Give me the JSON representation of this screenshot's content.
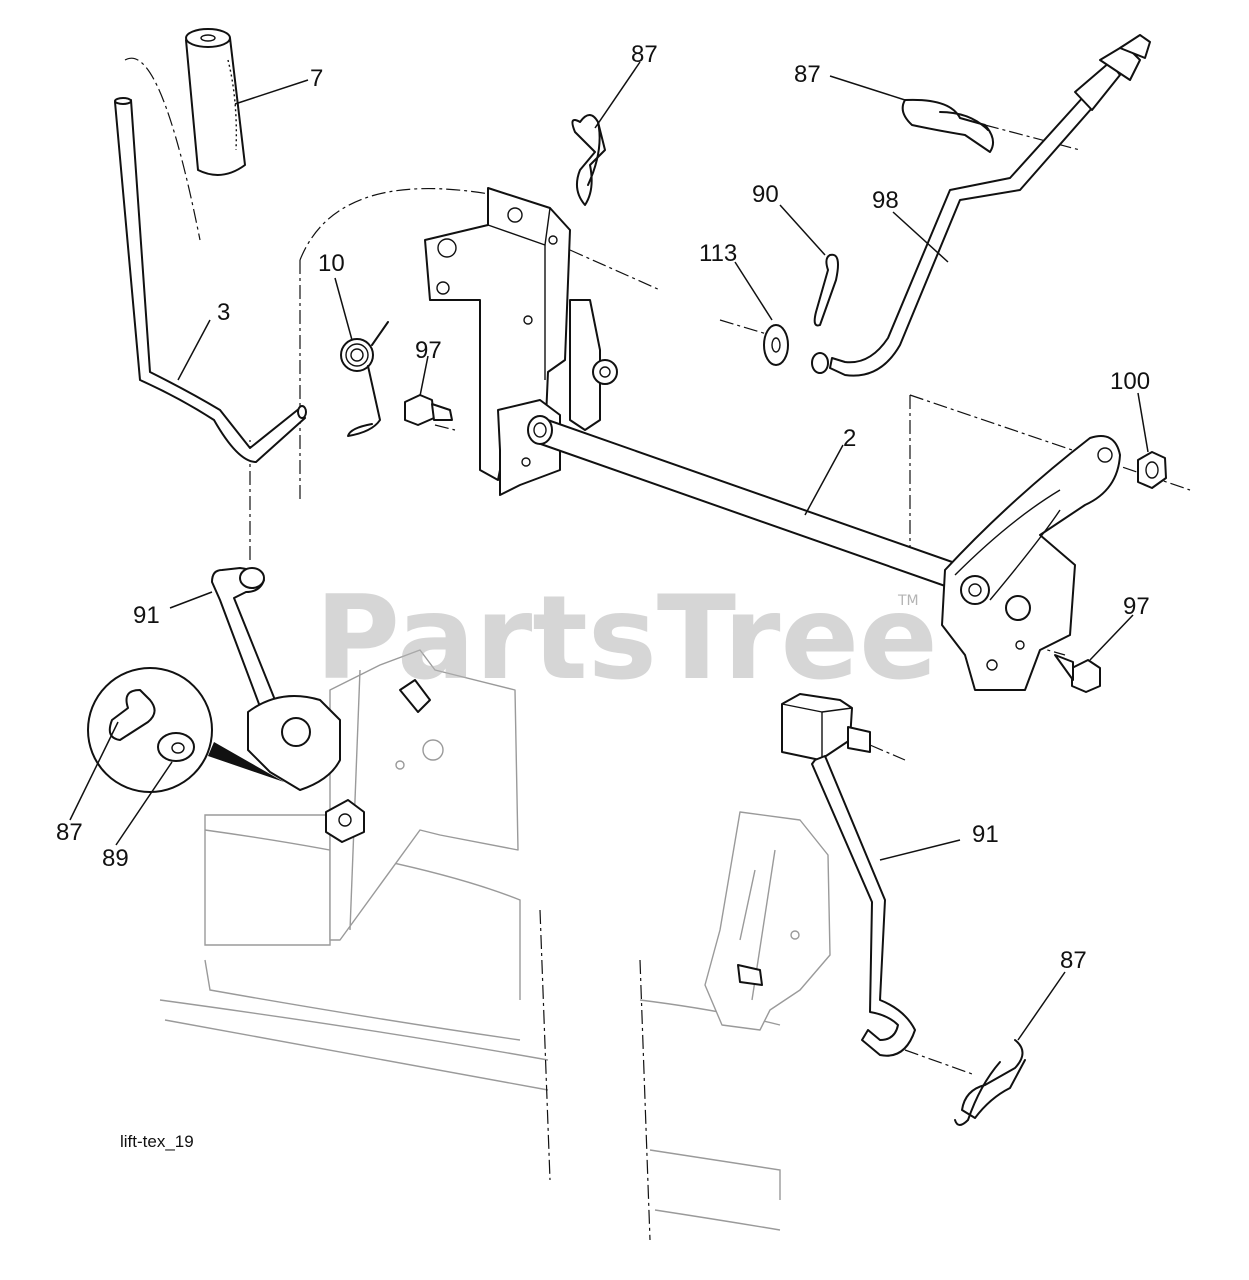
{
  "drawing_code": "lift-tex_19",
  "watermark": {
    "brand": "PartsTree",
    "trademark": "TM"
  },
  "callouts": {
    "part_2": "2",
    "part_3": "3",
    "part_7": "7",
    "part_10": "10",
    "part_87_top": "87",
    "part_87_right": "87",
    "part_87_detail": "87",
    "part_87_bottom": "87",
    "part_89": "89",
    "part_90": "90",
    "part_91_left": "91",
    "part_91_right": "91",
    "part_97_left": "97",
    "part_97_right": "97",
    "part_98": "98",
    "part_100": "100",
    "part_113": "113"
  }
}
